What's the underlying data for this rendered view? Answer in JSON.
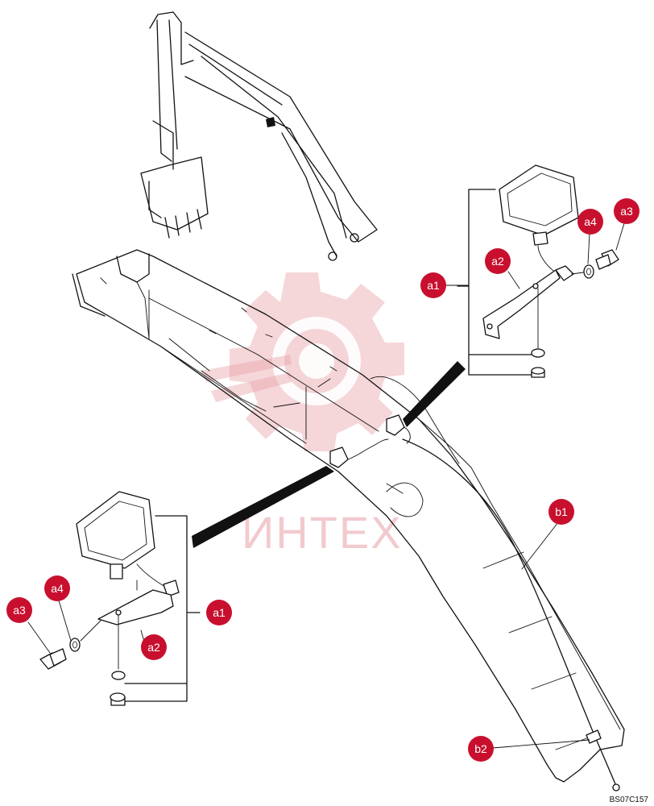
{
  "diagram": {
    "drawing_code": "BS07C157",
    "watermark_text": "ИНТЕХ",
    "callouts": {
      "a1_upper": "a1",
      "a2_upper": "a2",
      "a3_upper": "a3",
      "a4_upper": "a4",
      "a1_lower": "a1",
      "a2_lower": "a2",
      "a3_lower": "a3",
      "a4_lower": "a4",
      "b1": "b1",
      "b2": "b2"
    },
    "colors": {
      "callout": "#c8102e",
      "line": "#111111",
      "watermark": "#e9a4aa"
    }
  }
}
